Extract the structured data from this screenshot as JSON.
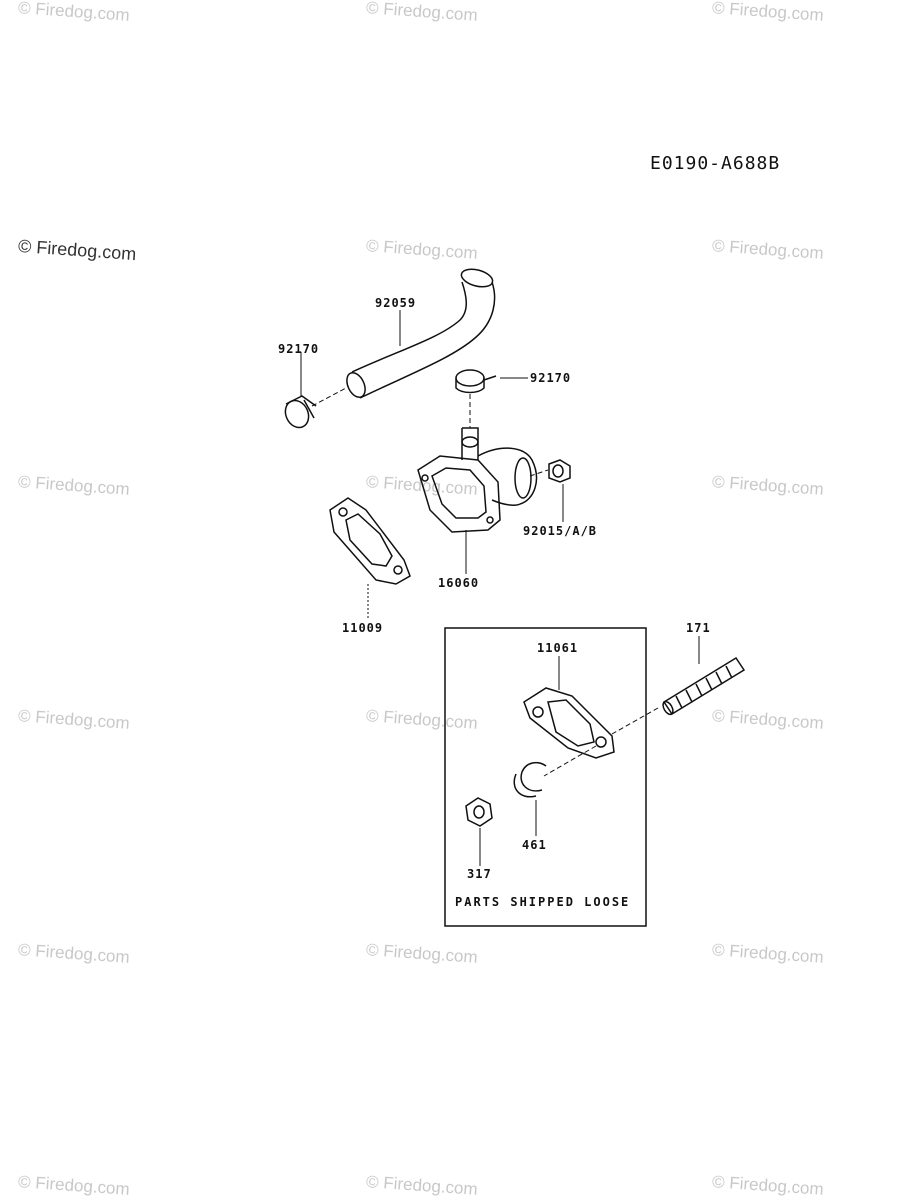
{
  "drawing_code": "E0190-A688B",
  "watermark_text": "© Firedog.com",
  "box_caption": "PARTS SHIPPED LOOSE",
  "parts": {
    "p92059": "92059",
    "p92170_left": "92170",
    "p92170_right": "92170",
    "p92015": "92015/A/B",
    "p16060": "16060",
    "p11009": "11009",
    "p11061": "11061",
    "p171": "171",
    "p461": "461",
    "p317": "317"
  }
}
